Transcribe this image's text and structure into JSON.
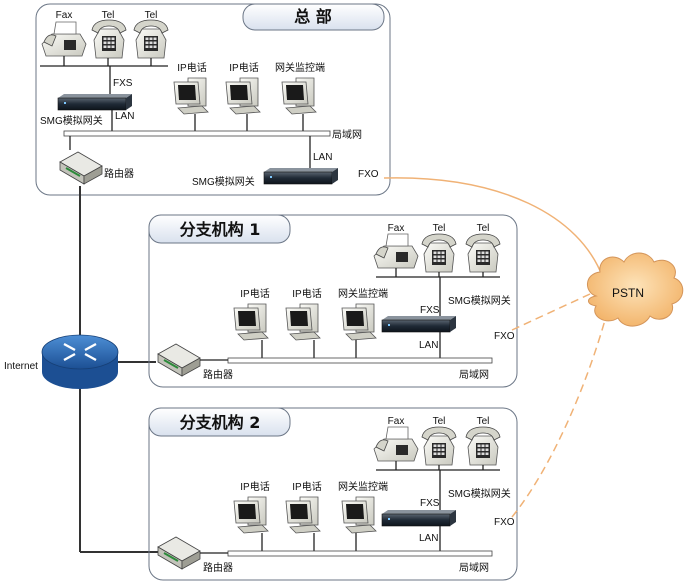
{
  "colors": {
    "pstn_link": "#F0B276",
    "pstn_cloud": "#F6C88A",
    "router_blue": "#2F6FB7"
  },
  "hq": {
    "title": "总 部",
    "phones": [
      "Fax",
      "Tel",
      "Tel"
    ],
    "fxs": "FXS",
    "gw1": "SMG模拟网关",
    "lan": "LAN",
    "terminals": [
      "IP电话",
      "IP电话",
      "网关监控端"
    ],
    "lan_net": "局域网",
    "lan2": "LAN",
    "gw2": "SMG模拟网关",
    "fxo": "FXO",
    "router": "路由器"
  },
  "branch1": {
    "title": "分支机构 1",
    "phones": [
      "Fax",
      "Tel",
      "Tel"
    ],
    "terminals": [
      "IP电话",
      "IP电话",
      "网关监控端"
    ],
    "gw": "SMG模拟网关",
    "fxs": "FXS",
    "fxo": "FXO",
    "lan": "LAN",
    "router": "路由器",
    "lan_net": "局域网"
  },
  "branch2": {
    "title": "分支机构 2",
    "phones": [
      "Fax",
      "Tel",
      "Tel"
    ],
    "terminals": [
      "IP电话",
      "IP电话",
      "网关监控端"
    ],
    "gw": "SMG模拟网关",
    "fxs": "FXS",
    "fxo": "FXO",
    "lan": "LAN",
    "router": "路由器",
    "lan_net": "局域网"
  },
  "internet": "Internet",
  "pstn": "PSTN"
}
